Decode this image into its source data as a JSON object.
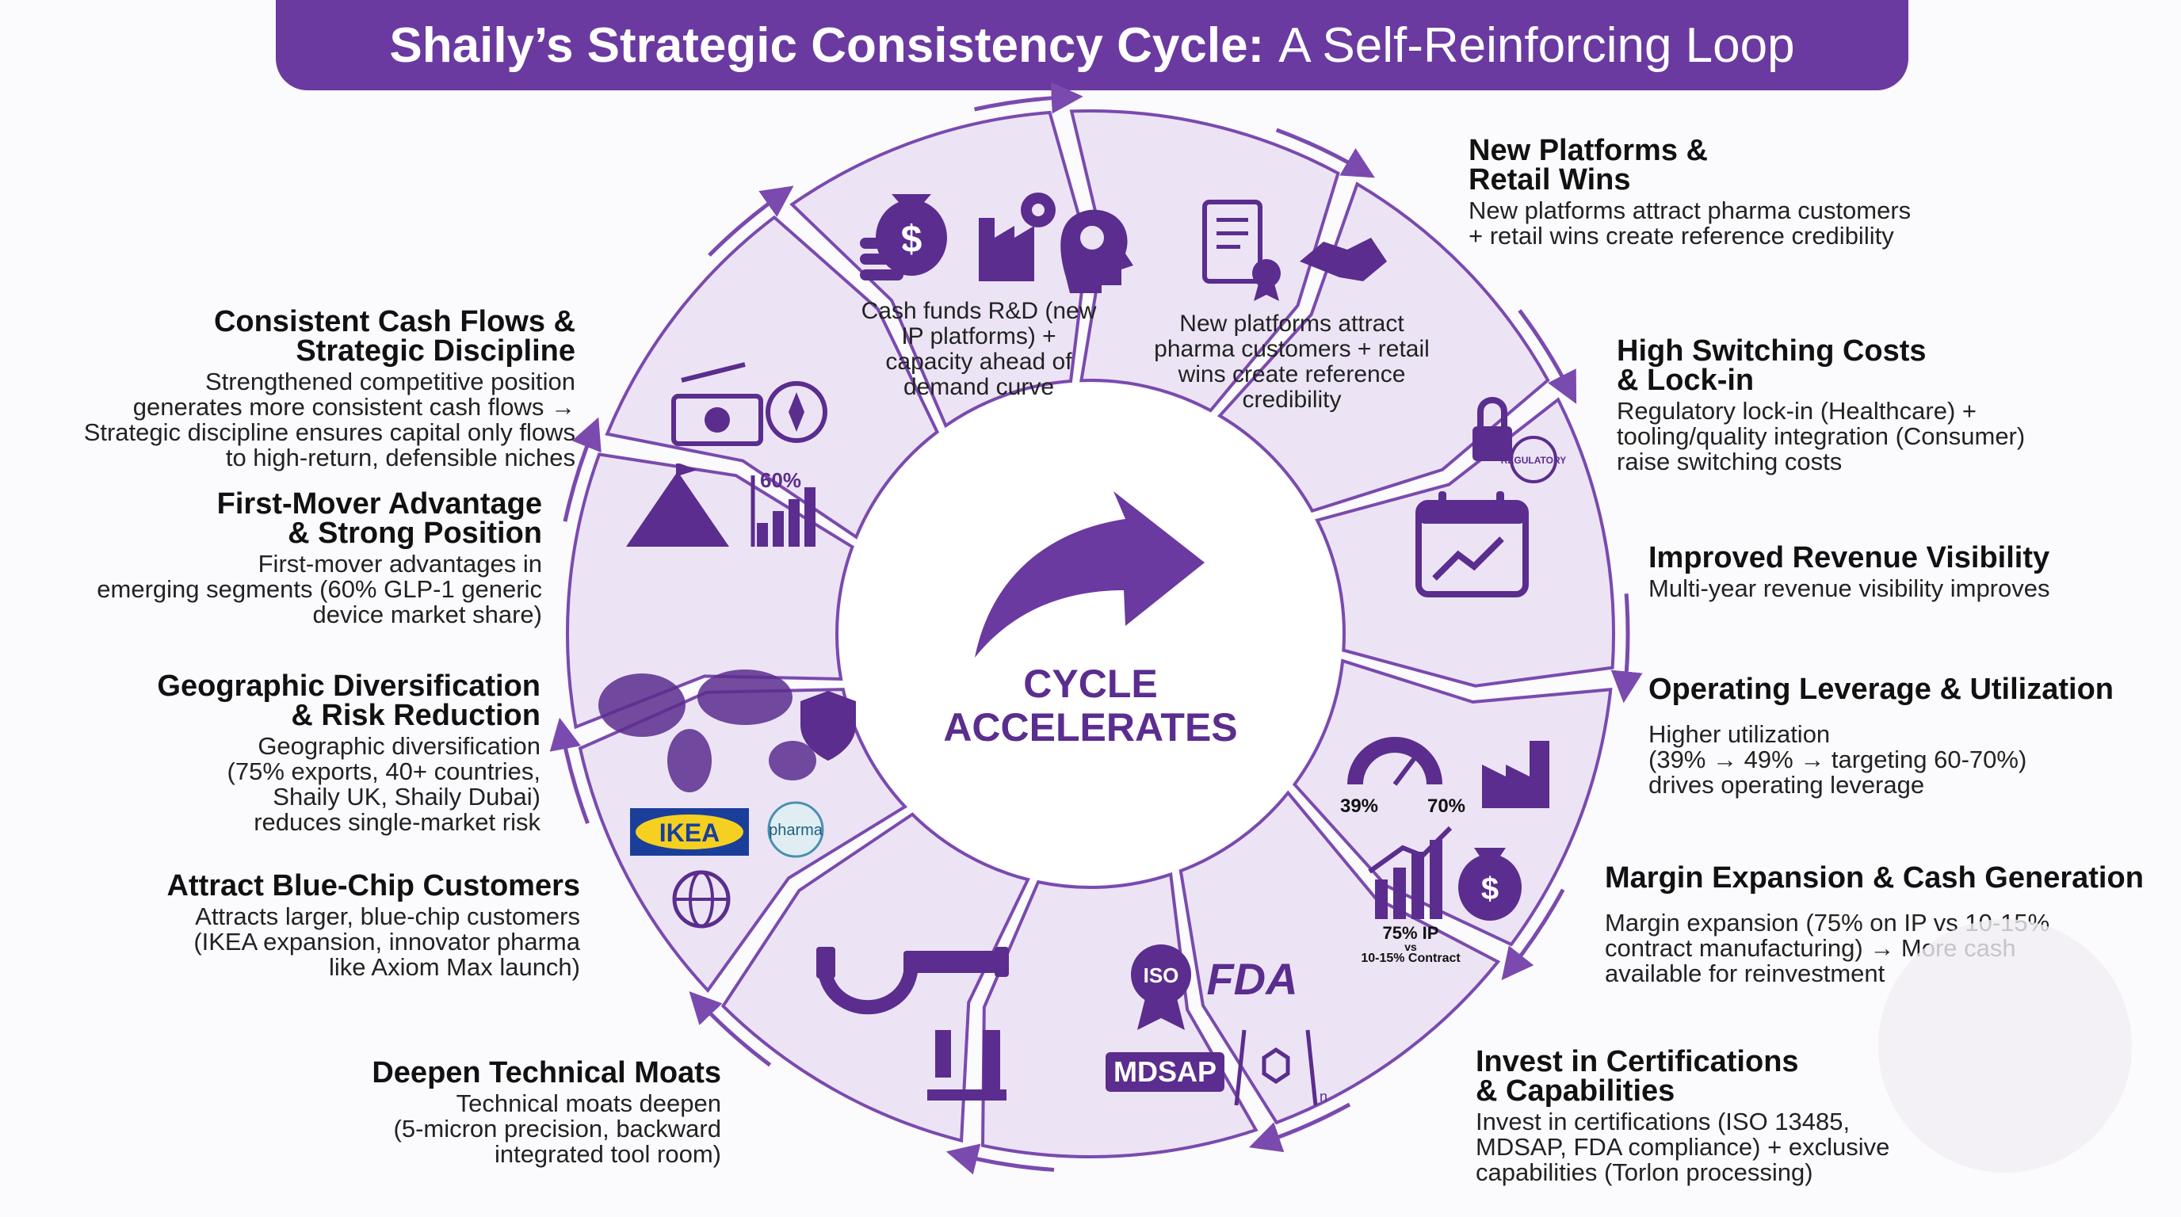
{
  "title": {
    "bold": "Shaily’s Strategic Consistency Cycle:",
    "rest": "A Self-Reinforcing Loop"
  },
  "center": {
    "line1": "CYCLE",
    "line2": "ACCELERATES"
  },
  "segments": {
    "top_left": [
      "Cash funds R&D (new",
      "IP platforms) +",
      "capacity ahead of",
      "demand curve"
    ],
    "top_right": [
      "New platforms attract",
      "pharma customers + retail",
      "wins create reference",
      "credibility"
    ]
  },
  "icons": {
    "pct60": "60%",
    "regulatory": "REGULATORY",
    "gauge_low": "39%",
    "gauge_high": "70%",
    "ip_line1": "75% IP",
    "ip_vs": "vs",
    "ip_line2": "10-15% Contract",
    "iso": "ISO",
    "fda": "FDA",
    "mdsap": "MDSAP",
    "ikea": "IKEA",
    "pharma": "pharma",
    "n": "n"
  },
  "labels": {
    "new_platforms": {
      "title": "New Platforms & Retail Wins",
      "t1": "New Platforms &",
      "t2": "Retail Wins",
      "d1": "New platforms attract pharma customers",
      "d2": "+ retail wins create reference credibility"
    },
    "switching": {
      "t1": "High Switching Costs",
      "t2": "& Lock-in",
      "d1": "Regulatory lock-in (Healthcare) +",
      "d2": "tooling/quality integration (Consumer)",
      "d3": "raise switching costs"
    },
    "revenue": {
      "t1": "Improved Revenue Visibility",
      "d1": "Multi-year revenue visibility improves"
    },
    "operating": {
      "t1": "Operating Leverage & Utilization",
      "d1": "Higher utilization",
      "d2": "(39% → 49% → targeting 60-70%)",
      "d3": "drives operating leverage"
    },
    "margin": {
      "t1": "Margin Expansion & Cash Generation",
      "d1": "Margin expansion (75% on IP vs 10-15%",
      "d2": "contract manufacturing) → More cash",
      "d3": "available for reinvestment"
    },
    "invest": {
      "t1": "Invest in Certifications",
      "t2": "& Capabilities",
      "d1": "Invest in certifications (ISO 13485,",
      "d2": "MDSAP, FDA compliance) + exclusive",
      "d3": "capabilities (Torlon processing)"
    },
    "moats": {
      "t1": "Deepen Technical Moats",
      "d1": "Technical moats deepen",
      "d2": "(5-micron precision, backward",
      "d3": "integrated tool room)"
    },
    "bluechip": {
      "t1": "Attract Blue-Chip Customers",
      "d1": "Attracts larger, blue-chip customers",
      "d2": "(IKEA expansion, innovator pharma",
      "d3": "like Axiom Max launch)"
    },
    "geo": {
      "t1": "Geographic Diversification",
      "t2": "& Risk Reduction",
      "d1": "Geographic diversification",
      "d2": "(75% exports, 40+ countries,",
      "d3": "Shaily UK, Shaily Dubai)",
      "d4": "reduces single-market risk"
    },
    "firstmover": {
      "t1": "First-Mover Advantage",
      "t2": "& Strong Position",
      "d1": "First-mover advantages in",
      "d2": "emerging segments (60% GLP-1 generic",
      "d3": "device market share)"
    },
    "cash": {
      "t1": "Consistent Cash Flows &",
      "t2": "Strategic Discipline",
      "d1": "Strengthened competitive position",
      "d2": "generates more consistent cash flows →",
      "d3": "Strategic discipline ensures capital only flows",
      "d4": "to high-return, defensible niches"
    }
  },
  "colors": {
    "purple": "#6b3aa0",
    "segment_fill": "#ece4f5",
    "segment_stroke": "#7a4aae",
    "icon": "#5b2d8e"
  }
}
